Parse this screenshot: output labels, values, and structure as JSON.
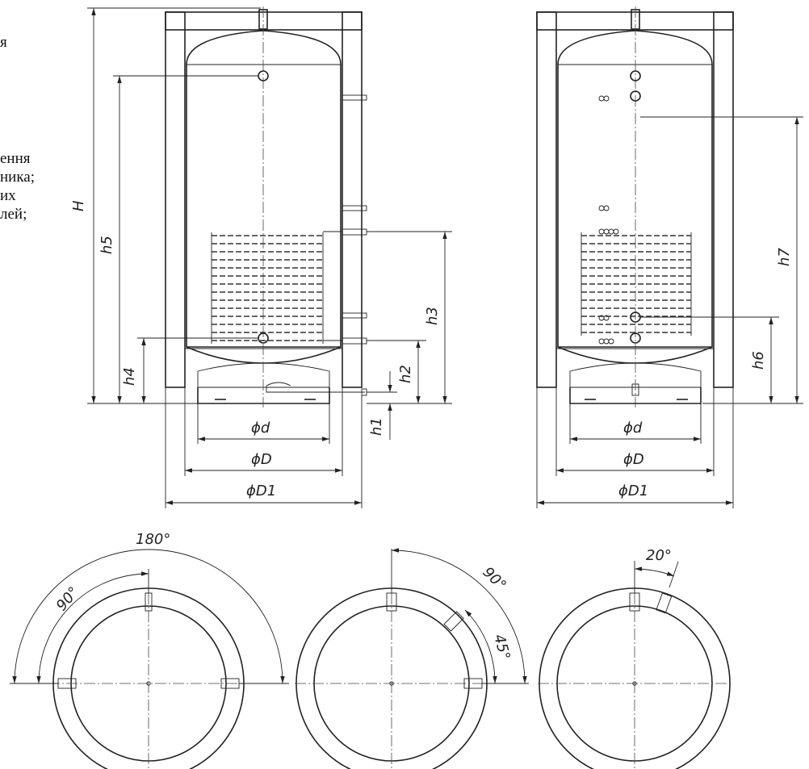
{
  "legend_lines": [
    "я",
    "ення",
    "ника;",
    "их",
    "лей;"
  ],
  "dimensions": {
    "H": "H",
    "h1": "h1",
    "h2": "h2",
    "h3": "h3",
    "h4": "h4",
    "h5": "h5",
    "h6": "h6",
    "h7": "h7",
    "d": "ϕd",
    "D": "ϕD",
    "D1": "ϕD1"
  },
  "angles": {
    "a180": "180°",
    "a90_left": "90°",
    "a90_mid": "90°",
    "a45": "45°",
    "a20": "20°"
  }
}
